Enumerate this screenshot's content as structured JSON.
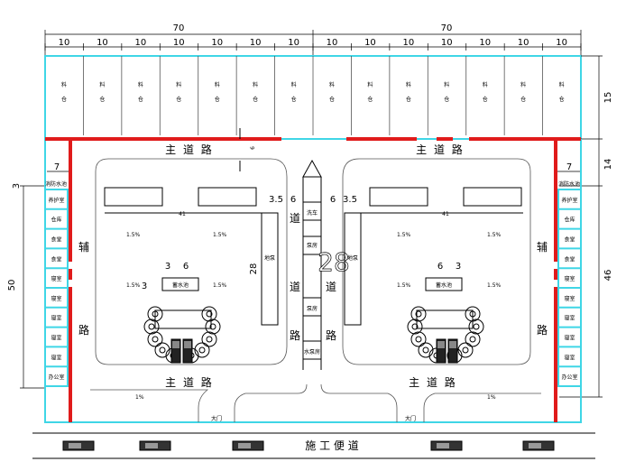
{
  "dimensions": {
    "top_total_left": "70",
    "top_total_right": "70",
    "bay": "10",
    "right_top": "15",
    "right_mid": "14",
    "right_low": "46",
    "left_side": "50",
    "left_small": "7",
    "right_small": "7",
    "left_small2": "3",
    "center_35a": "3.5",
    "center_6a": "6",
    "center_6b": "6",
    "center_35b": "3.5",
    "road_gap": "6",
    "pit_3a": "3",
    "pit_6a": "6",
    "pit_6b": "6",
    "pit_3b": "3",
    "pit_3c": "3",
    "pit_height": "28",
    "big_num": "28",
    "beam_41": "41"
  },
  "labels": {
    "silo_top": "料",
    "silo_bottom": "仓",
    "main_road": "主 道 路",
    "aux_road": "辅",
    "road_char": "路",
    "dao": "道",
    "gate": "大门",
    "construction_road": "施 工 便 道",
    "water_pool": "蓄水池",
    "pump_room": "泵房",
    "ground_pump": "地泵",
    "slope": "1.5%",
    "grade": "1%",
    "mix_left": "消防水池",
    "pump_label": "水泵房",
    "center_wash": "洗车"
  },
  "rooms": [
    "养护室",
    "仓库",
    "食堂",
    "食堂",
    "寝室",
    "寝室",
    "寝室",
    "寝室",
    "寝室",
    "办公室"
  ],
  "colors": {
    "fence": "#3fd6e6",
    "wall": "#e01b1b",
    "line": "#000000"
  }
}
